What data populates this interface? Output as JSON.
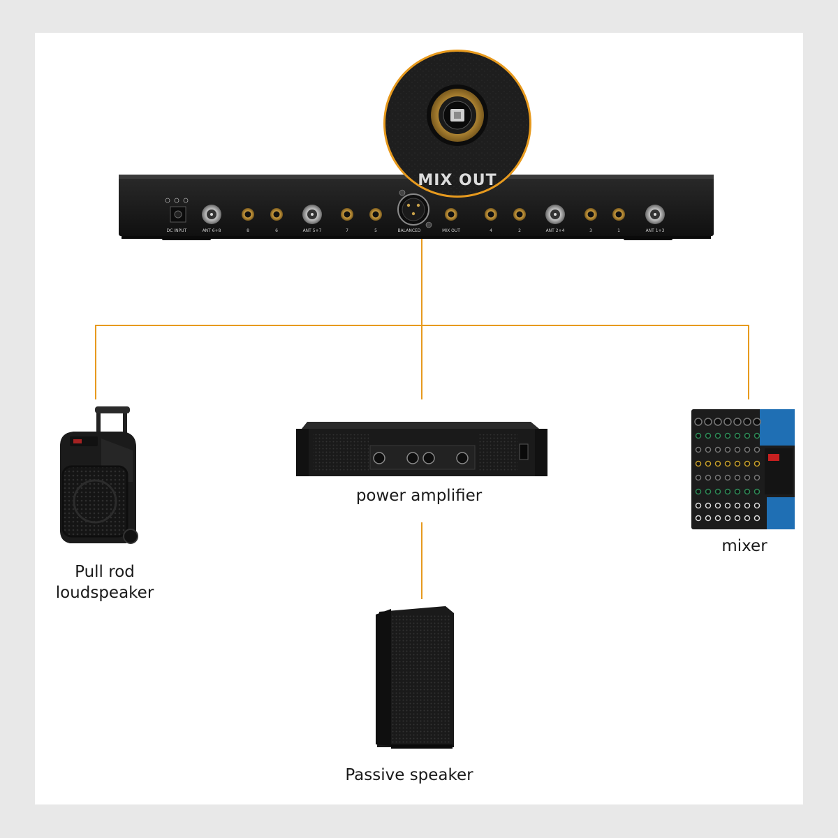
{
  "receiver": {
    "callout_label": "MIX OUT",
    "ports": {
      "dc_input": "DC INPUT",
      "ant_68": "ANT 6+8",
      "ch8": "8",
      "ch6": "6",
      "ant_57": "ANT 5+7",
      "ch7": "7",
      "ch5": "5",
      "balanced": "BALANCED",
      "mix_out": "MIX OUT",
      "ch4": "4",
      "ch2": "2",
      "ant_24": "ANT 2+4",
      "ch3": "3",
      "ch1": "1",
      "ant_13": "ANT 1+3"
    }
  },
  "devices": {
    "pull_rod_loudspeaker": "Pull rod loudspeaker",
    "power_amplifier": "power amplifier",
    "mixer": "mixer",
    "passive_speaker": "Passive speaker"
  },
  "colors": {
    "connector_line": "#e79a1e",
    "device_body": "#1b1b1b",
    "mixer_blue": "#1f6fb4",
    "background": "#ffffff",
    "frame": "#e8e8e8"
  }
}
